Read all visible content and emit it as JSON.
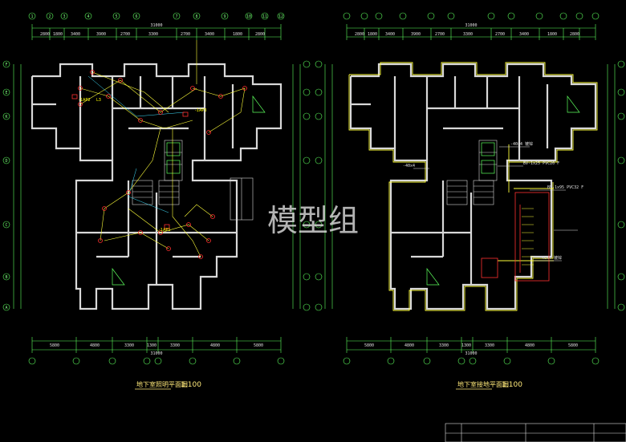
{
  "left_plan": {
    "title": "地下室照明平面图",
    "scale": "1:100",
    "top_total": "31000",
    "bottom_total": "31000",
    "top_dims": [
      "2800",
      "1800",
      "3400",
      "3900",
      "2700",
      "3300",
      "2700",
      "3400",
      "1800",
      "2800"
    ],
    "bottom_dims": [
      "5800",
      "4800",
      "3300",
      "1300",
      "3300",
      "4800",
      "5800"
    ],
    "top_axes": [
      "1",
      "2",
      "3",
      "4",
      "5",
      "6",
      "7",
      "8",
      "9",
      "10",
      "11",
      "12"
    ],
    "side_axes": [
      "F",
      "E",
      "K",
      "D",
      "C",
      "B",
      "A"
    ],
    "labels": [
      "-1AP2",
      "L3",
      "-1AP3",
      "-1AP1"
    ]
  },
  "right_plan": {
    "title": "地下室接地平面图",
    "scale": "1:100",
    "top_total": "31000",
    "bottom_total": "31000",
    "top_dims": [
      "2800",
      "1800",
      "3400",
      "3900",
      "2700",
      "3300",
      "2700",
      "3400",
      "1800",
      "2800"
    ],
    "bottom_dims": [
      "5800",
      "4800",
      "3300",
      "1300",
      "3300",
      "4800",
      "5800"
    ],
    "labels": [
      "-40x4 镀锌",
      "BV-1x25 PVC20 F",
      "-40x4",
      "BV-1x95 PVC32 F",
      "-40x4 镀锌"
    ]
  },
  "watermark": "模型组",
  "colors": {
    "wall": "#d8d8d8",
    "green": "#5dff5d",
    "yellow": "#ffff3a",
    "red": "#ff3030",
    "cyan": "#40e0ff"
  }
}
